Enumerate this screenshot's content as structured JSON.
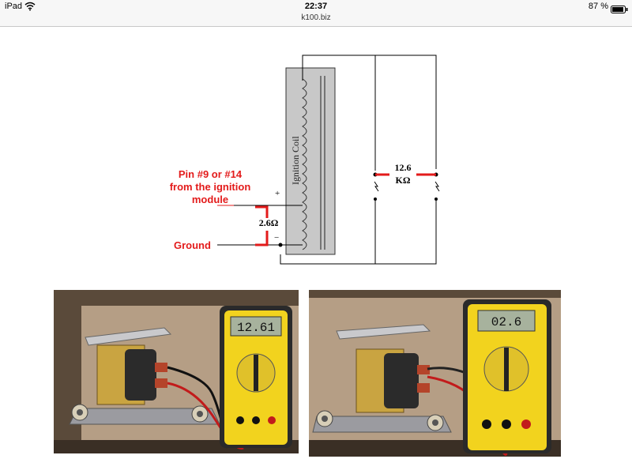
{
  "status_bar": {
    "device": "iPad",
    "time": "22:37",
    "url": "k100.biz",
    "battery": "87 %"
  },
  "diagram": {
    "coil_label": "Ignition Coil",
    "pin_label_line1": "Pin #9 or #14",
    "pin_label_line2": "from the ignition",
    "pin_label_line3": "module",
    "plus_sign": "+",
    "minus_sign": "−",
    "primary_resistance": "2.6Ω",
    "ground_label": "Ground",
    "secondary_value": "12.6",
    "secondary_unit": "KΩ",
    "annotation_color": "#e31b1b"
  },
  "photos": {
    "left_reading": "12.61",
    "right_reading": "02.6"
  }
}
